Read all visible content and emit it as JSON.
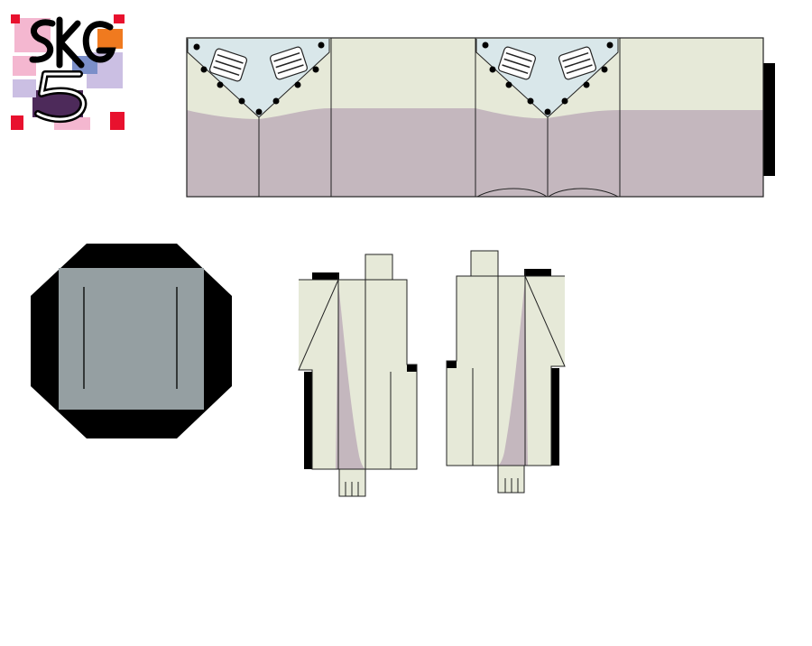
{
  "logo": {
    "lettering": "SKG 5"
  },
  "colors": {
    "cream": "#e6e9d8",
    "mauve": "#c4b7be",
    "sky": "#d9e7ea",
    "steel": "#959fa2",
    "black": "#000000",
    "outline": "#222222",
    "logo_pink": "#f4b7d0",
    "logo_red": "#e8112e",
    "logo_orange": "#f07a1f",
    "logo_blue": "#7b8fc9",
    "logo_purple": "#4d2a5a",
    "logo_lavender": "#cbbfe3"
  },
  "parts": [
    "logo-emblem",
    "body-wrap-strip",
    "base-plate",
    "left-leg-piece",
    "right-leg-piece"
  ]
}
